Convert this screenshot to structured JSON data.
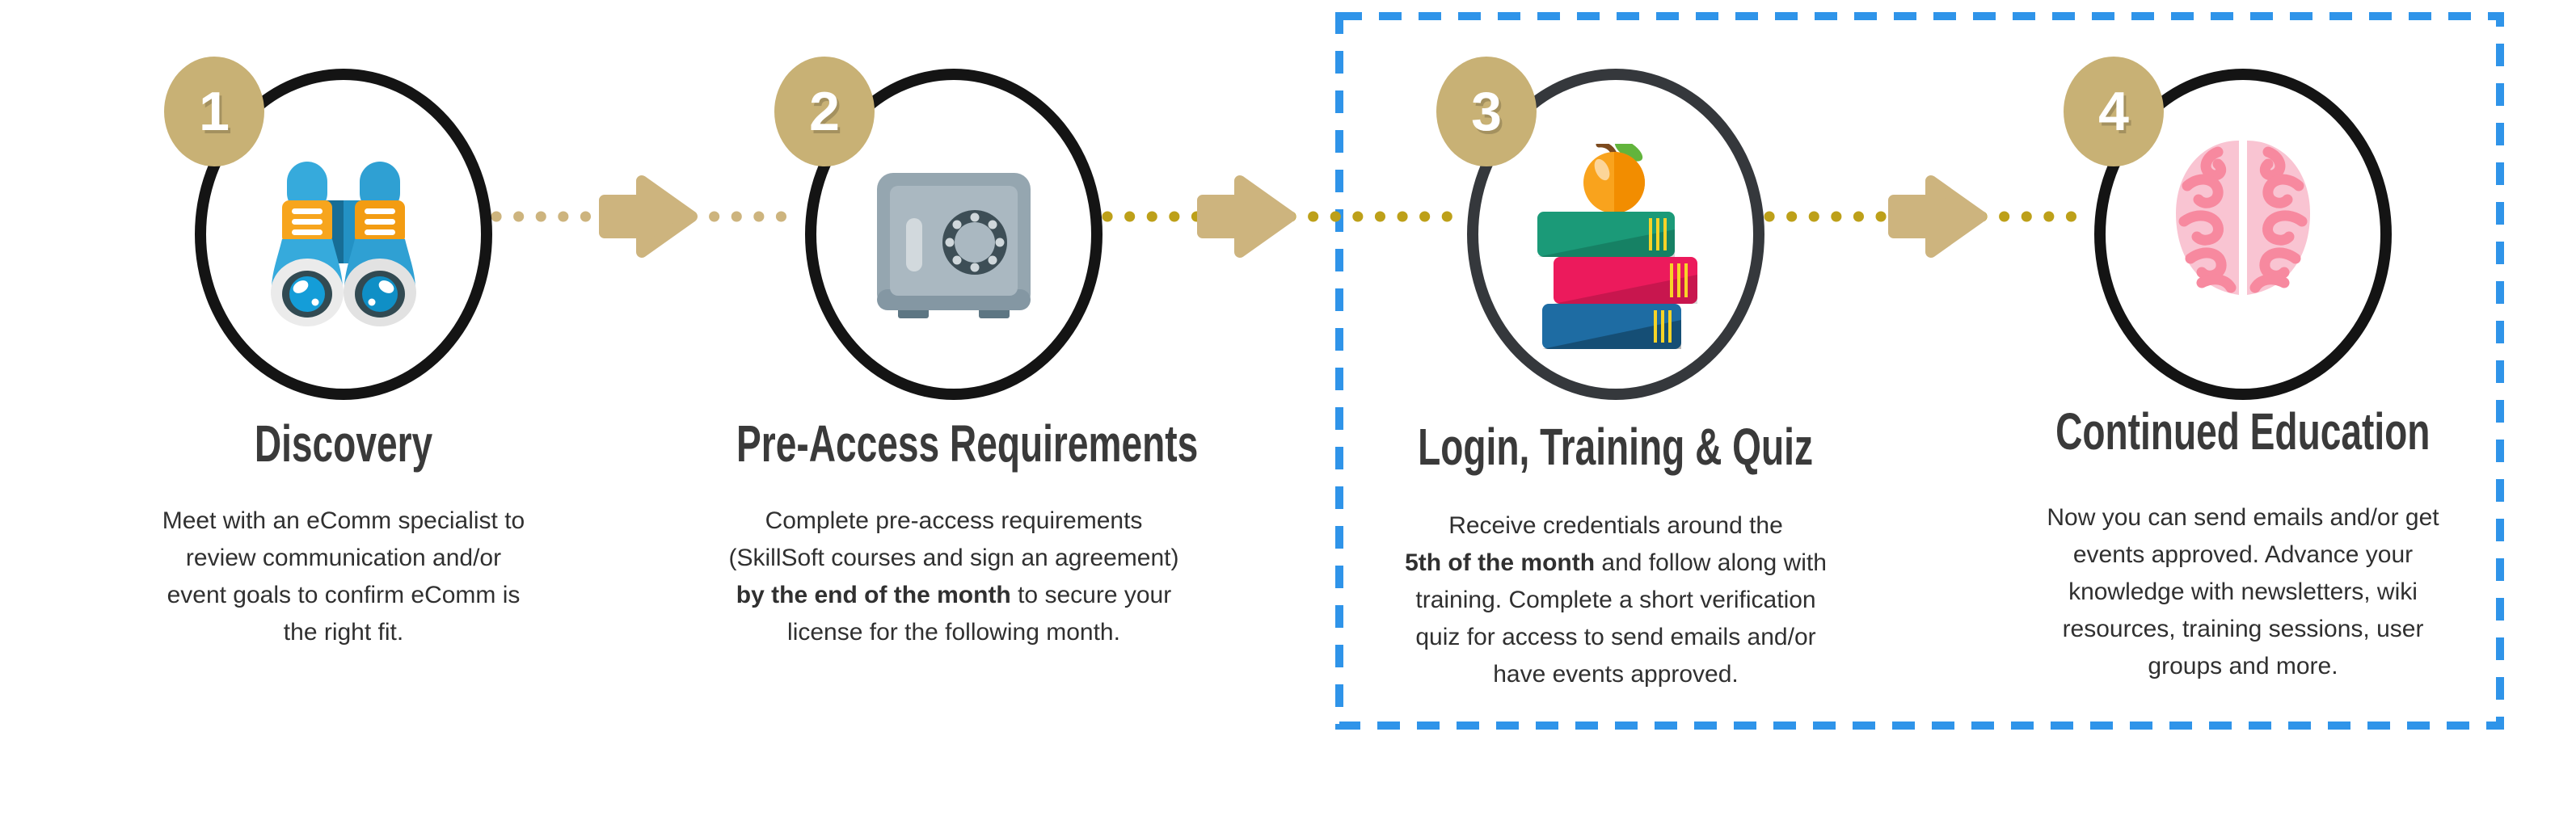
{
  "steps": [
    {
      "number": "1",
      "title": "Discovery",
      "icon": "binoculars-icon",
      "body_lines": [
        [
          {
            "t": "Meet with an eComm specialist to"
          }
        ],
        [
          {
            "t": "review communication and/or"
          }
        ],
        [
          {
            "t": "event goals to confirm eComm is"
          }
        ],
        [
          {
            "t": "the right fit."
          }
        ]
      ]
    },
    {
      "number": "2",
      "title": "Pre-Access Requirements",
      "icon": "safe-icon",
      "body_lines": [
        [
          {
            "t": "Complete pre-access requirements"
          }
        ],
        [
          {
            "t": "(SkillSoft courses and sign an agreement)"
          }
        ],
        [
          {
            "t": "by the end of the month",
            "b": true
          },
          {
            "t": " to secure your"
          }
        ],
        [
          {
            "t": "license for the following month."
          }
        ]
      ]
    },
    {
      "number": "3",
      "title": "Login, Training & Quiz",
      "icon": "books-apple-icon",
      "body_lines": [
        [
          {
            "t": "Receive credentials around the"
          }
        ],
        [
          {
            "t": "5th of the month",
            "b": true
          },
          {
            "t": " and follow along with"
          }
        ],
        [
          {
            "t": "training. Complete a short verification"
          }
        ],
        [
          {
            "t": "quiz for access to send emails and/or"
          }
        ],
        [
          {
            "t": "have events approved."
          }
        ]
      ]
    },
    {
      "number": "4",
      "title": "Continued Education",
      "icon": "brain-icon",
      "body_lines": [
        [
          {
            "t": "Now you can send emails and/or get"
          }
        ],
        [
          {
            "t": "events approved. Advance your"
          }
        ],
        [
          {
            "t": "knowledge with newsletters, wiki"
          }
        ],
        [
          {
            "t": "resources, training sessions, user"
          }
        ],
        [
          {
            "t": "groups and more."
          }
        ]
      ]
    }
  ],
  "colors": {
    "badge": "#c8b175",
    "arrow": "#cdb47e",
    "dots_tan": "#cdb47e",
    "dots_gold": "#bda019",
    "dash_blue": "#2f94e9",
    "title_text": "#3a3a3a",
    "body_text": "#303030",
    "circle_stroke": "#141414"
  }
}
